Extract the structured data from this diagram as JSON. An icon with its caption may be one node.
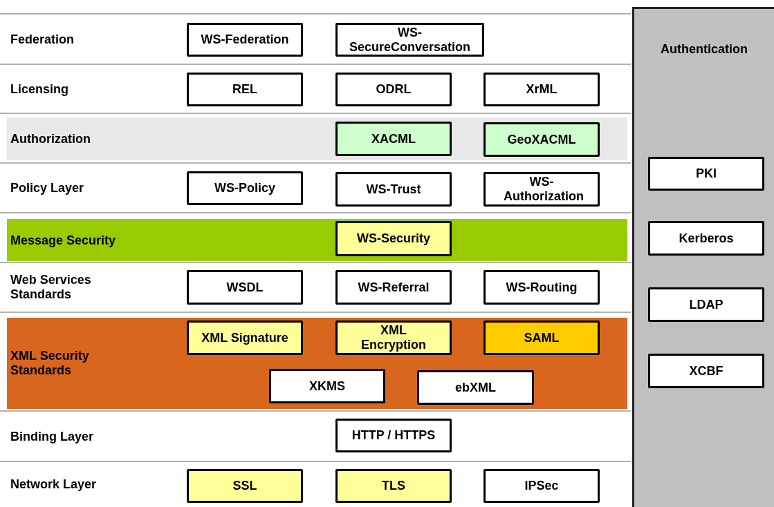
{
  "diagram": {
    "nodes": [
      {
        "text": [
          "Federation"
        ]
      },
      {
        "text": [
          "WS-Federation"
        ],
        "in": 0
      },
      {
        "text": [
          "WS-SecureConversation"
        ],
        "in": 0
      },
      {
        "text": [
          "Licensing"
        ]
      },
      {
        "text": [
          "REL"
        ],
        "in": 3
      },
      {
        "text": [
          "ODRL"
        ],
        "in": 3
      },
      {
        "text": [
          "XrML"
        ],
        "in": 3
      },
      {
        "text": [
          "Authorization"
        ]
      },
      {
        "text": [
          "XACML"
        ],
        "in": 7
      },
      {
        "text": [
          "GeoXACML"
        ],
        "in": 7
      },
      {
        "text": [
          "Policy Layer"
        ]
      },
      {
        "text": [
          "WS-Policy"
        ],
        "in": 10
      },
      {
        "text": [
          "WS-Trust"
        ],
        "in": 10
      },
      {
        "text": [
          "WS-Authorization"
        ],
        "in": 10
      },
      {
        "text": [
          "Message Security"
        ]
      },
      {
        "text": [
          "WS-Security"
        ],
        "in": 14
      },
      {
        "text": [
          "Web Services Standards"
        ]
      },
      {
        "text": [
          "WSDL"
        ],
        "in": 16
      },
      {
        "text": [
          "WS-Referral"
        ],
        "in": 16
      },
      {
        "text": [
          "WS-Routing"
        ],
        "in": 16
      },
      {
        "text": [
          "XML Security Standards"
        ]
      },
      {
        "text": [
          "XML Signature"
        ],
        "in": 20
      },
      {
        "text": [
          "XML Encryption"
        ],
        "in": 20
      },
      {
        "text": [
          "SAML"
        ],
        "in": 20
      },
      {
        "text": [
          "XKMS"
        ],
        "in": 20
      },
      {
        "text": [
          "ebXML"
        ],
        "in": 20
      },
      {
        "text": [
          "Binding Layer"
        ]
      },
      {
        "text": [
          "HTTP / HTTPS"
        ],
        "in": 26
      },
      {
        "text": [
          "Network Layer"
        ]
      },
      {
        "text": [
          "SSL"
        ],
        "in": 28
      },
      {
        "text": [
          "TLS"
        ],
        "in": 28
      },
      {
        "text": [
          "IPSec"
        ],
        "in": 28
      },
      {
        "text": [
          "Authentication"
        ]
      },
      {
        "text": [
          "PKI"
        ],
        "in": 32
      },
      {
        "text": [
          "Kerberos"
        ],
        "in": 32
      },
      {
        "text": [
          "LDAP"
        ],
        "in": 32
      },
      {
        "text": [
          "XCBF"
        ],
        "in": 32
      }
    ],
    "edges": []
  }
}
